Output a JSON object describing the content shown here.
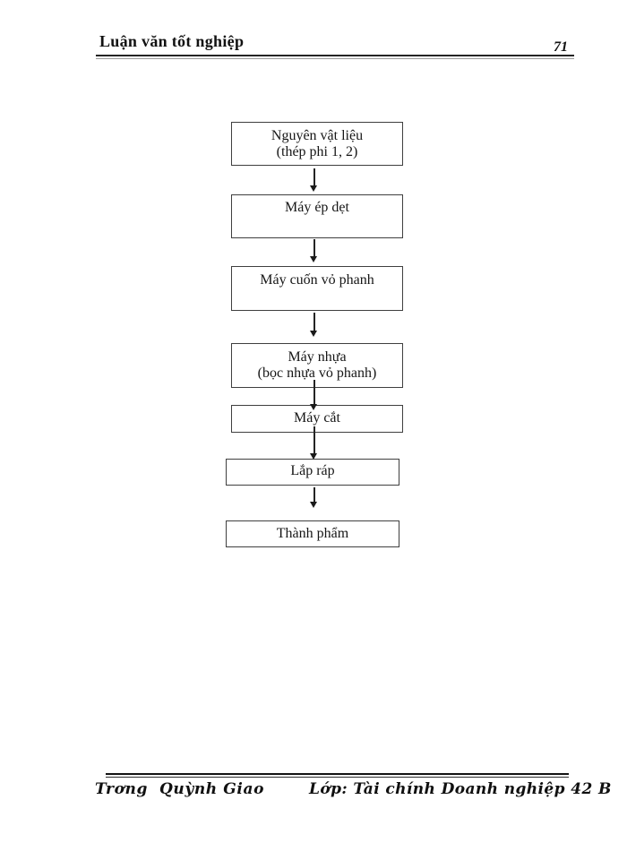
{
  "header": {
    "title": "Luận văn tốt nghiệp",
    "page_number": "71"
  },
  "flowchart": {
    "nodes": [
      {
        "label": "Nguyên vật liệu\n(thép phi 1, 2)"
      },
      {
        "label": "Máy ép dẹt"
      },
      {
        "label": "Máy cuốn vỏ phanh"
      },
      {
        "label": "Máy nhựa\n(bọc nhựa vỏ phanh)"
      },
      {
        "label": "Máy cắt"
      },
      {
        "label": "Lắp ráp"
      },
      {
        "label": "Thành phẩm"
      }
    ]
  },
  "footer": {
    "author": "Trơng  Quỳnh Giao",
    "class_info": "Lớp: Tài chính Doanh nghiệp 42 B"
  }
}
